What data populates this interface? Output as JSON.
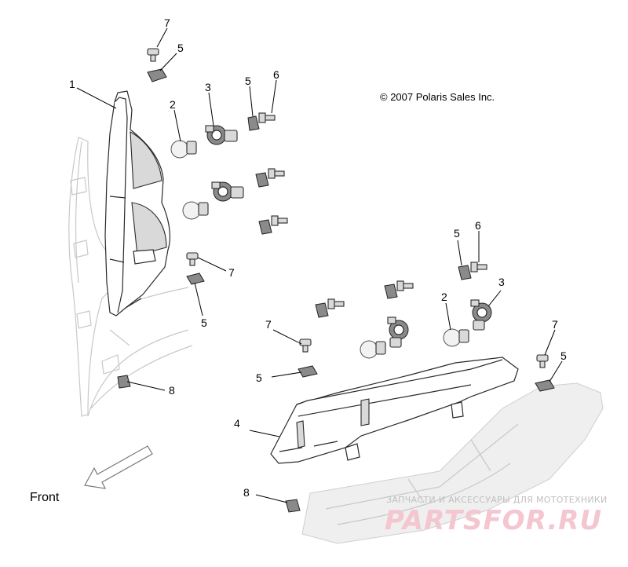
{
  "copyright": "© 2007 Polaris Sales Inc.",
  "front_label": "Front",
  "watermark": {
    "tagline": "ЗАПЧАСТИ И АКСЕССУАРЫ ДЛЯ МОТОТЕХНИКИ",
    "brand": "PARTSFOR.RU"
  },
  "callouts": {
    "c1": "1",
    "c2_left": "2",
    "c3_left": "3",
    "c5_top": "5",
    "c5_left_side": "5",
    "c6_left": "6",
    "c7_top": "7",
    "c7_left_mid": "7",
    "c5_left_mid": "5",
    "c8_left": "8",
    "c4": "4",
    "c7_right_mid": "7",
    "c5_right_mid": "5",
    "c5_right_upper": "5",
    "c6_right": "6",
    "c2_right": "2",
    "c3_right": "3",
    "c7_far_right": "7",
    "c5_far_right": "5",
    "c8_bottom": "8"
  }
}
